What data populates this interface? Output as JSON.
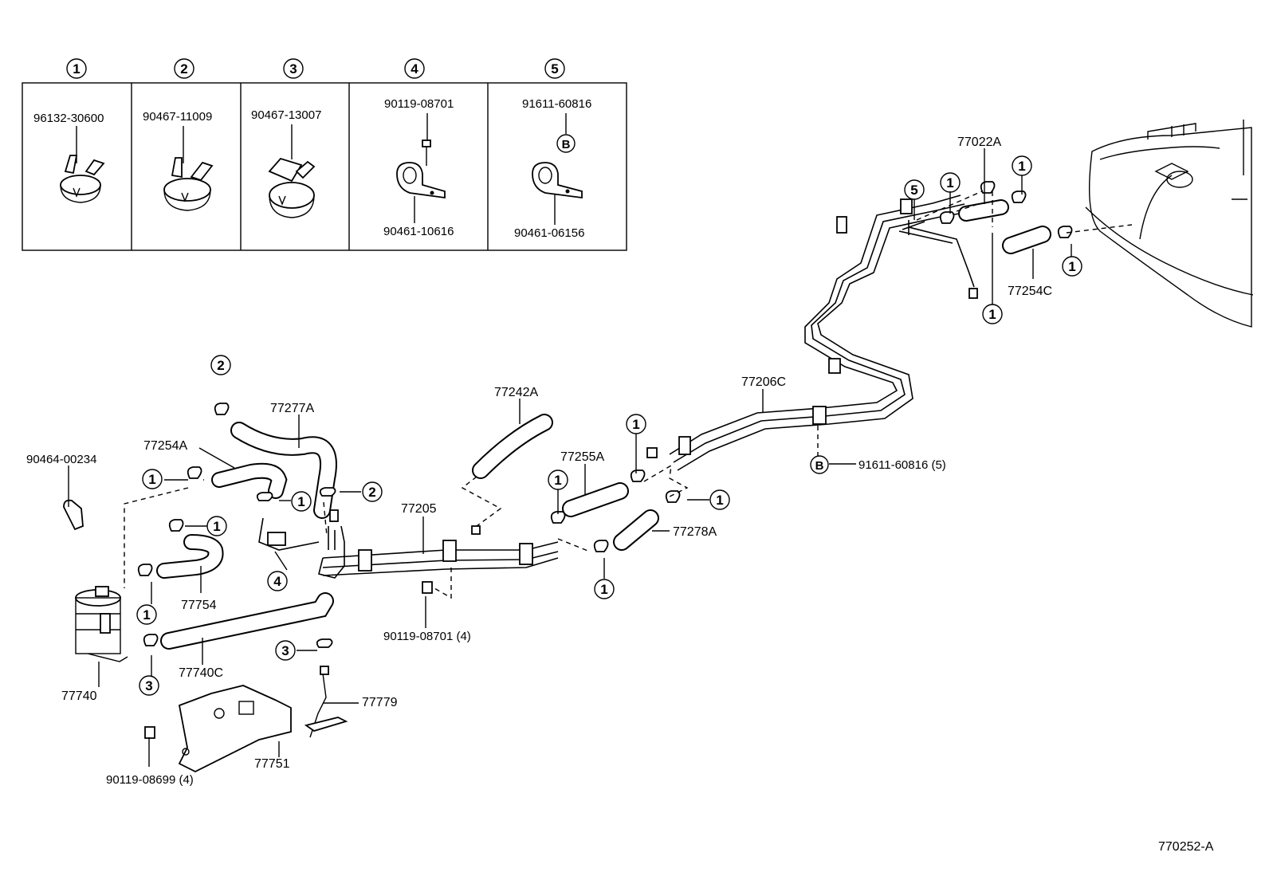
{
  "legend": {
    "columns": [
      {
        "index": "1",
        "part": "96132-30600"
      },
      {
        "index": "2",
        "part": "90467-11009"
      },
      {
        "index": "3",
        "part": "90467-13007"
      },
      {
        "index": "4",
        "part": "90119-08701",
        "part_lower": "90461-10616"
      },
      {
        "index": "5",
        "part": "91611-60816",
        "symbol": "B",
        "part_lower": "90461-06156"
      }
    ]
  },
  "callouts": {
    "c_1": "1",
    "c_2": "2",
    "c_3": "3",
    "c_4": "4",
    "c_5": "5",
    "c_B": "B"
  },
  "labels": {
    "p77022A": "77022A",
    "p77254C": "77254C",
    "p77206C": "77206C",
    "p91611_60816_5": "91611-60816 (5)",
    "p77242A": "77242A",
    "p77255A": "77255A",
    "p77278A": "77278A",
    "p77205": "77205",
    "p90119_08701_4": "90119-08701 (4)",
    "p77277A": "77277A",
    "p77254A": "77254A",
    "p90464_00234": "90464-00234",
    "p77754": "77754",
    "p77740C": "77740C",
    "p77740": "77740",
    "p77779": "77779",
    "p77751": "77751",
    "p90119_08699_4": "90119-08699 (4)",
    "diagram_code": "770252-A"
  }
}
